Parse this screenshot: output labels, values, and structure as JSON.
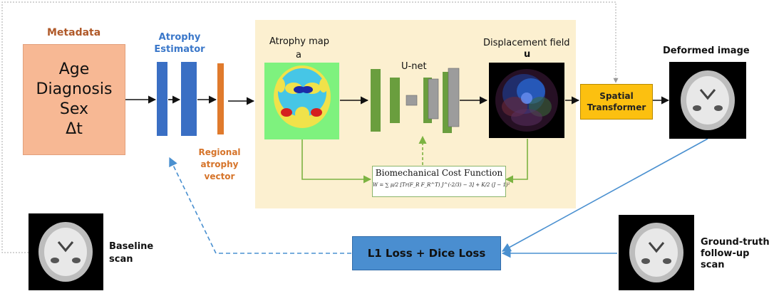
{
  "metadata": {
    "title": "Metadata",
    "items": [
      "Age",
      "Diagnosis",
      "Sex",
      "Δt"
    ]
  },
  "atrophy_estimator": {
    "title_line1": "Atrophy",
    "title_line2": "Estimator",
    "regional_line1": "Regional",
    "regional_line2": "atrophy",
    "regional_line3": "vector"
  },
  "atrophy_map": {
    "label": "Atrophy map",
    "symbol": "a"
  },
  "unet": {
    "label": "U-net"
  },
  "displacement": {
    "label": "Displacement field",
    "symbol": "u"
  },
  "biomech": {
    "title": "Biomechanical Cost Function",
    "equation": "W = ∑ μ/2 [Tr(F_R F_R^T) J^(-2/3) − 3] + K/2 (J − 1)²"
  },
  "spatial_transformer": {
    "line1": "Spatial",
    "line2": "Transformer"
  },
  "deformed": {
    "label": "Deformed image"
  },
  "baseline": {
    "line1": "Baseline",
    "line2": "scan"
  },
  "ground_truth": {
    "line1": "Ground-truth",
    "line2": "follow-up",
    "line3": "scan"
  },
  "loss": {
    "label": "L1 Loss + Dice Loss"
  },
  "colors": {
    "metadata_fill": "#f7b894",
    "estimator_blue": "#3a6fc4",
    "regional_orange": "#e07a2c",
    "unet_green": "#6a9e3e",
    "unet_gray": "#9c9c9c",
    "panel_fill": "#fcf0d0",
    "transformer_yellow": "#fcc010",
    "loss_blue": "#4a8ed0",
    "feedback_blue": "#4a90d0",
    "green_arrow": "#7cb342"
  }
}
